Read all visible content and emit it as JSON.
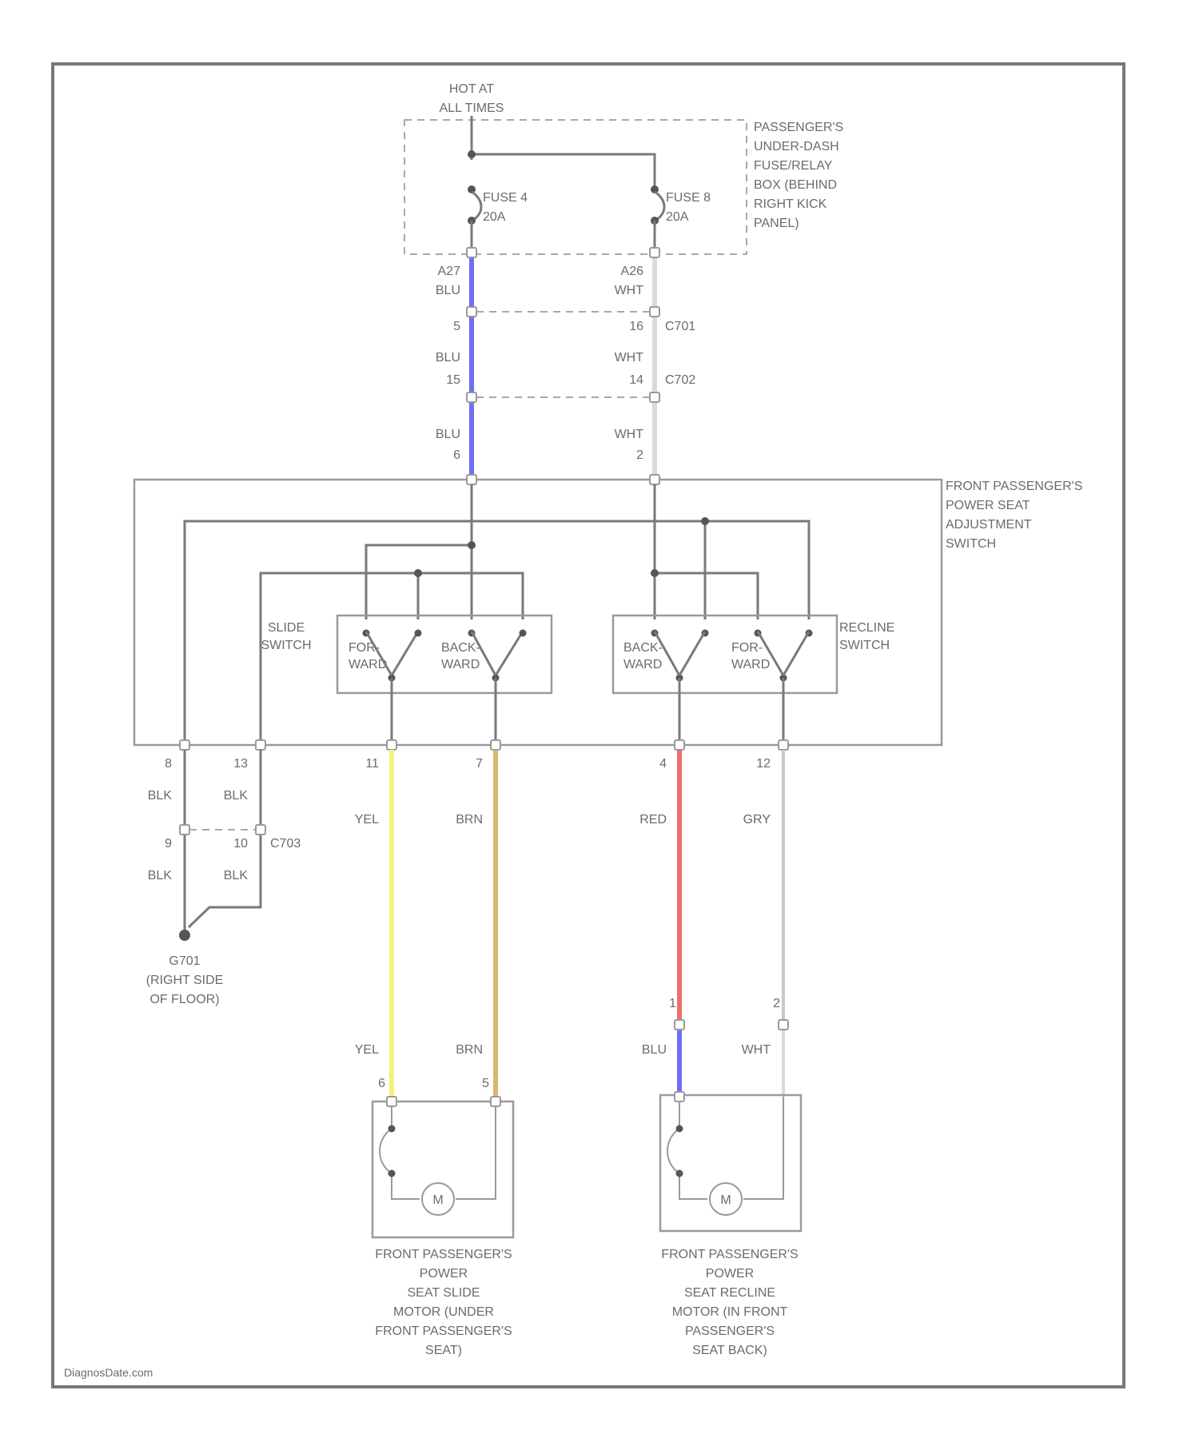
{
  "colors": {
    "BLU": "#6f6ff2",
    "WHT": "#d9d9d9",
    "YEL": "#f3f27c",
    "BRN": "#d8b86e",
    "RED": "#ee6e6e",
    "GRY": "#c8c8c8",
    "BLK": "#7a7a7a"
  },
  "power_source": {
    "line1": "HOT AT",
    "line2": "ALL TIMES"
  },
  "fuse_box_label": [
    "PASSENGER'S",
    "UNDER-DASH",
    "FUSE/RELAY",
    "BOX (BEHIND",
    "RIGHT KICK",
    "PANEL)"
  ],
  "fuses": [
    {
      "name": "FUSE 4",
      "rating": "20A",
      "terminal": "A27",
      "wire": "BLU"
    },
    {
      "name": "FUSE 8",
      "rating": "20A",
      "terminal": "A26",
      "wire": "WHT"
    }
  ],
  "connectors": {
    "c701": {
      "name": "C701",
      "left_pin": "5",
      "right_pin": "16"
    },
    "c702": {
      "name": "C702",
      "left_pin": "15",
      "right_pin": "14"
    },
    "c703": {
      "name": "C703",
      "left_pin": "9",
      "right_pin": "10"
    }
  },
  "switch_assembly": {
    "label": [
      "FRONT PASSENGER'S",
      "POWER SEAT",
      "ADJUSTMENT",
      "SWITCH"
    ],
    "input_pins": {
      "left": "6",
      "right": "2"
    },
    "slide_switch": {
      "label": [
        "SLIDE",
        "SWITCH"
      ],
      "forward": [
        "FOR-",
        "WARD"
      ],
      "backward": [
        "BACK-",
        "WARD"
      ]
    },
    "recline_switch": {
      "label": [
        "RECLINE",
        "SWITCH"
      ],
      "backward": [
        "BACK-",
        "WARD"
      ],
      "forward": [
        "FOR-",
        "WARD"
      ]
    },
    "output_pins": [
      "8",
      "13",
      "11",
      "7",
      "4",
      "12"
    ]
  },
  "wires": {
    "feed_left": "BLU",
    "feed_right": "WHT",
    "ground_left": "BLK",
    "ground_right": "BLK",
    "slide_forward": "YEL",
    "slide_backward": "BRN",
    "recline_backward": "RED",
    "recline_forward": "GRY",
    "recline_backward_lower": "BLU",
    "recline_forward_lower": "WHT"
  },
  "ground": {
    "name": "G701",
    "line1": "(RIGHT SIDE",
    "line2": "OF FLOOR)"
  },
  "motor_symbol": "M",
  "motor_connector_pins": {
    "slide": [
      "6",
      "5"
    ],
    "recline": [
      "1",
      "2"
    ]
  },
  "slide_motor_label": [
    "FRONT PASSENGER'S",
    "POWER",
    "SEAT SLIDE",
    "MOTOR (UNDER",
    "FRONT PASSENGER'S",
    "SEAT)"
  ],
  "recline_motor_label": [
    "FRONT PASSENGER'S",
    "POWER",
    "SEAT RECLINE",
    "MOTOR (IN FRONT",
    "PASSENGER'S",
    "SEAT BACK)"
  ],
  "watermark": "DiagnosDate.com"
}
